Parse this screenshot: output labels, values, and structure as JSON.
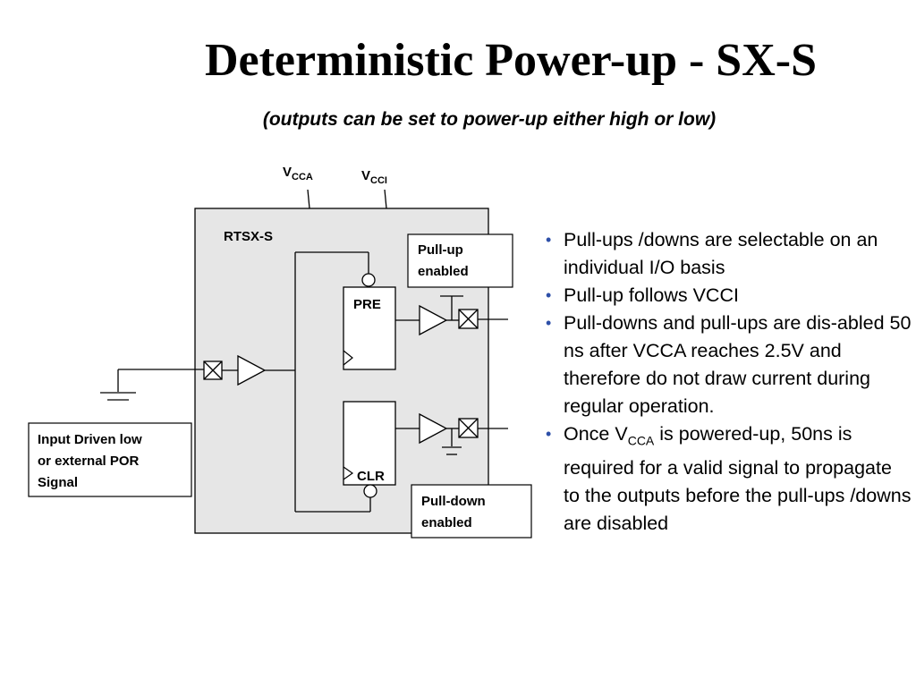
{
  "title": "Deterministic Power-up - SX-S",
  "subtitle": "(outputs can be set to power-up either high or low)",
  "diagram": {
    "vcca_main": "V",
    "vcca_sub": "CCA",
    "vcci_main": "V",
    "vcci_sub": "CCI",
    "chip_label": "RTSX-S",
    "pre_label": "PRE",
    "clr_label": "CLR",
    "pullup_line1": "Pull-up",
    "pullup_line2": "enabled",
    "pulldown_line1": "Pull-down",
    "pulldown_line2": "enabled",
    "input_line1": "Input Driven low",
    "input_line2": "or external POR",
    "input_line3": "Signal"
  },
  "bullets": {
    "b1": "Pull-ups /downs are selectable on an individual I/O basis",
    "b2": "Pull-up follows VCCI",
    "b3": "Pull-downs and pull-ups are dis-abled 50 ns after VCCA reaches 2.5V and therefore do not draw current during regular operation.",
    "b4_pre": "Once V",
    "b4_sub": "CCA",
    "b4_post": " is powered-up, 50ns is required for a valid signal to propagate to the outputs before the pull-ups /downs are disabled"
  },
  "colors": {
    "chip_fill": "#e6e6e6",
    "bullet": "#2d4fa8"
  }
}
